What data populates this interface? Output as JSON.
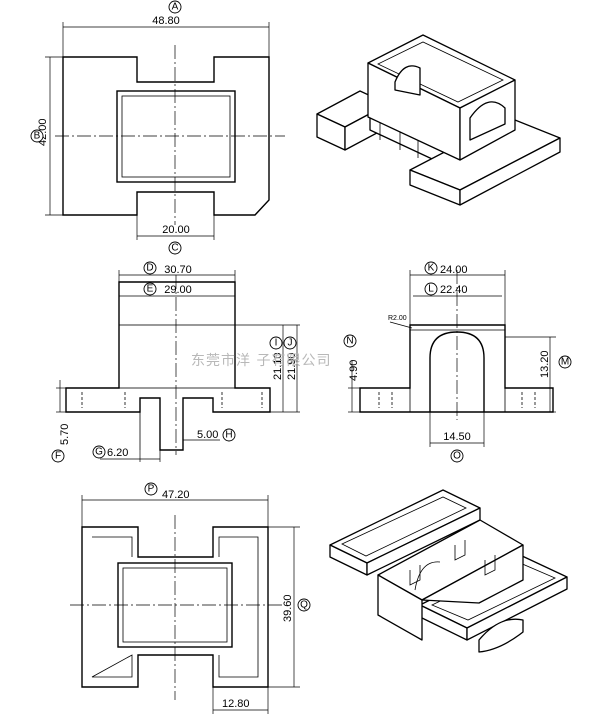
{
  "watermark": "东莞市洋  子有限公司",
  "views": {
    "top": {
      "labels": {
        "A": "A",
        "B": "B",
        "C": "C"
      },
      "dims": {
        "width": "48.80",
        "height": "42.00",
        "center_gap": "20.00"
      }
    },
    "front": {
      "labels": {
        "D": "D",
        "E": "E",
        "F": "F",
        "G": "G",
        "H": "H",
        "I": "I",
        "J": "J"
      },
      "dims": {
        "outer_width": "30.70",
        "inner_width": "29.00",
        "flange_h": "5.70",
        "pin_w": "6.20",
        "pin_gap": "5.00",
        "height_i": "21.10",
        "height_j": "21.90"
      }
    },
    "side": {
      "labels": {
        "K": "K",
        "L": "L",
        "M": "M",
        "N": "N",
        "O": "O"
      },
      "dims": {
        "outer": "24.00",
        "inner": "22.40",
        "radius": "R2.00",
        "arch_h": "13.20",
        "base_h": "4.90",
        "arch_w": "14.50"
      }
    },
    "bottom": {
      "labels": {
        "P": "P",
        "Q": "Q"
      },
      "dims": {
        "width": "47.20",
        "height": "39.60",
        "foot_w": "12.80"
      }
    }
  }
}
